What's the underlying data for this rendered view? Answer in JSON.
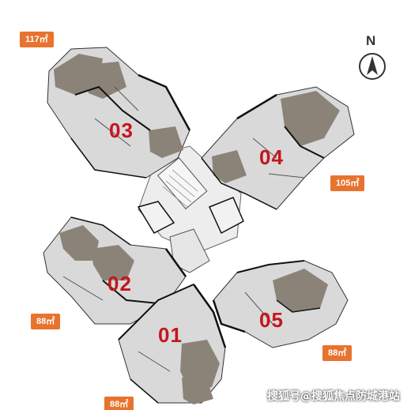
{
  "units": [
    {
      "id": "unit-01",
      "number": "01",
      "area": "88㎡"
    },
    {
      "id": "unit-02",
      "number": "02",
      "area": "88㎡"
    },
    {
      "id": "unit-03",
      "number": "03",
      "area": "117㎡"
    },
    {
      "id": "unit-04",
      "number": "04",
      "area": "105㎡"
    },
    {
      "id": "unit-05",
      "number": "05",
      "area": "88㎡"
    }
  ],
  "compass": {
    "label": "N"
  },
  "watermark": {
    "text": "搜狐号@搜狐焦点防城港站"
  },
  "colors": {
    "badge": "#e8732e",
    "unit_number": "#c4161c",
    "floor": "#d9d9d9",
    "room_dark": "#8c8378",
    "wall": "#1a1a1a",
    "core": "#ededed"
  }
}
